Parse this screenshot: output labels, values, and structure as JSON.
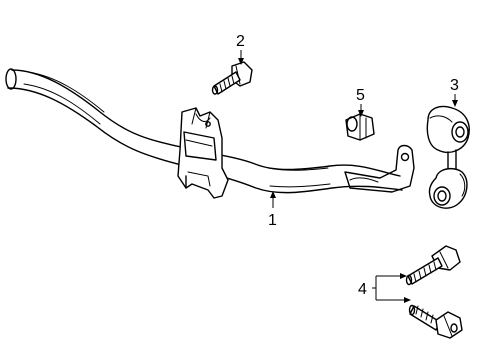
{
  "callouts": [
    {
      "id": "1",
      "text": "1"
    },
    {
      "id": "2",
      "text": "2"
    },
    {
      "id": "3",
      "text": "3"
    },
    {
      "id": "4",
      "text": "4"
    },
    {
      "id": "5",
      "text": "5"
    }
  ]
}
